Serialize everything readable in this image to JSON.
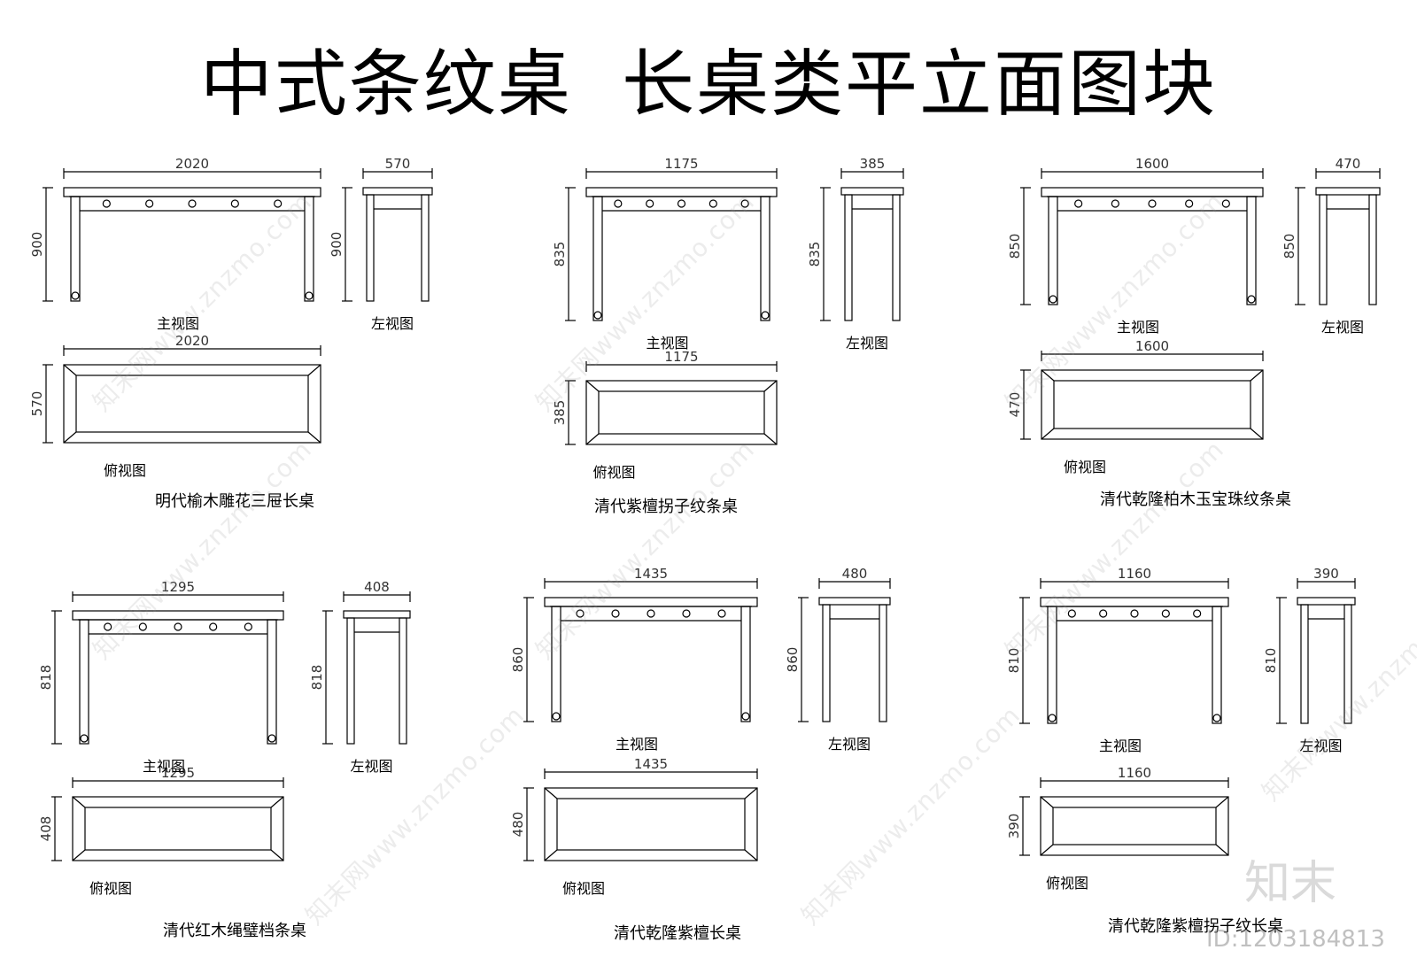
{
  "title": "中式条纹桌  长桌类平立面图块",
  "view_labels": {
    "front": "主视图",
    "left": "左视图",
    "top": "俯视图"
  },
  "tables": [
    {
      "name": "明代榆木雕花三屉长桌",
      "length": "2020",
      "depth": "570",
      "height": "900"
    },
    {
      "name": "清代紫檀拐子纹条桌",
      "length": "1175",
      "depth": "385",
      "height": "835"
    },
    {
      "name": "清代乾隆柏木玉宝珠纹条桌",
      "length": "1600",
      "depth": "470",
      "height": "850"
    },
    {
      "name": "清代红木绳璧档条桌",
      "length": "1295",
      "depth": "408",
      "height": "818"
    },
    {
      "name": "清代乾隆紫檀长桌",
      "length": "1435",
      "depth": "480",
      "height": "860"
    },
    {
      "name": "清代乾隆紫檀拐子纹长桌",
      "length": "1160",
      "depth": "390",
      "height": "810"
    }
  ],
  "watermark": {
    "text": "知末网www.znzmo.com",
    "logo": "知末",
    "id": "ID:1203184813"
  }
}
